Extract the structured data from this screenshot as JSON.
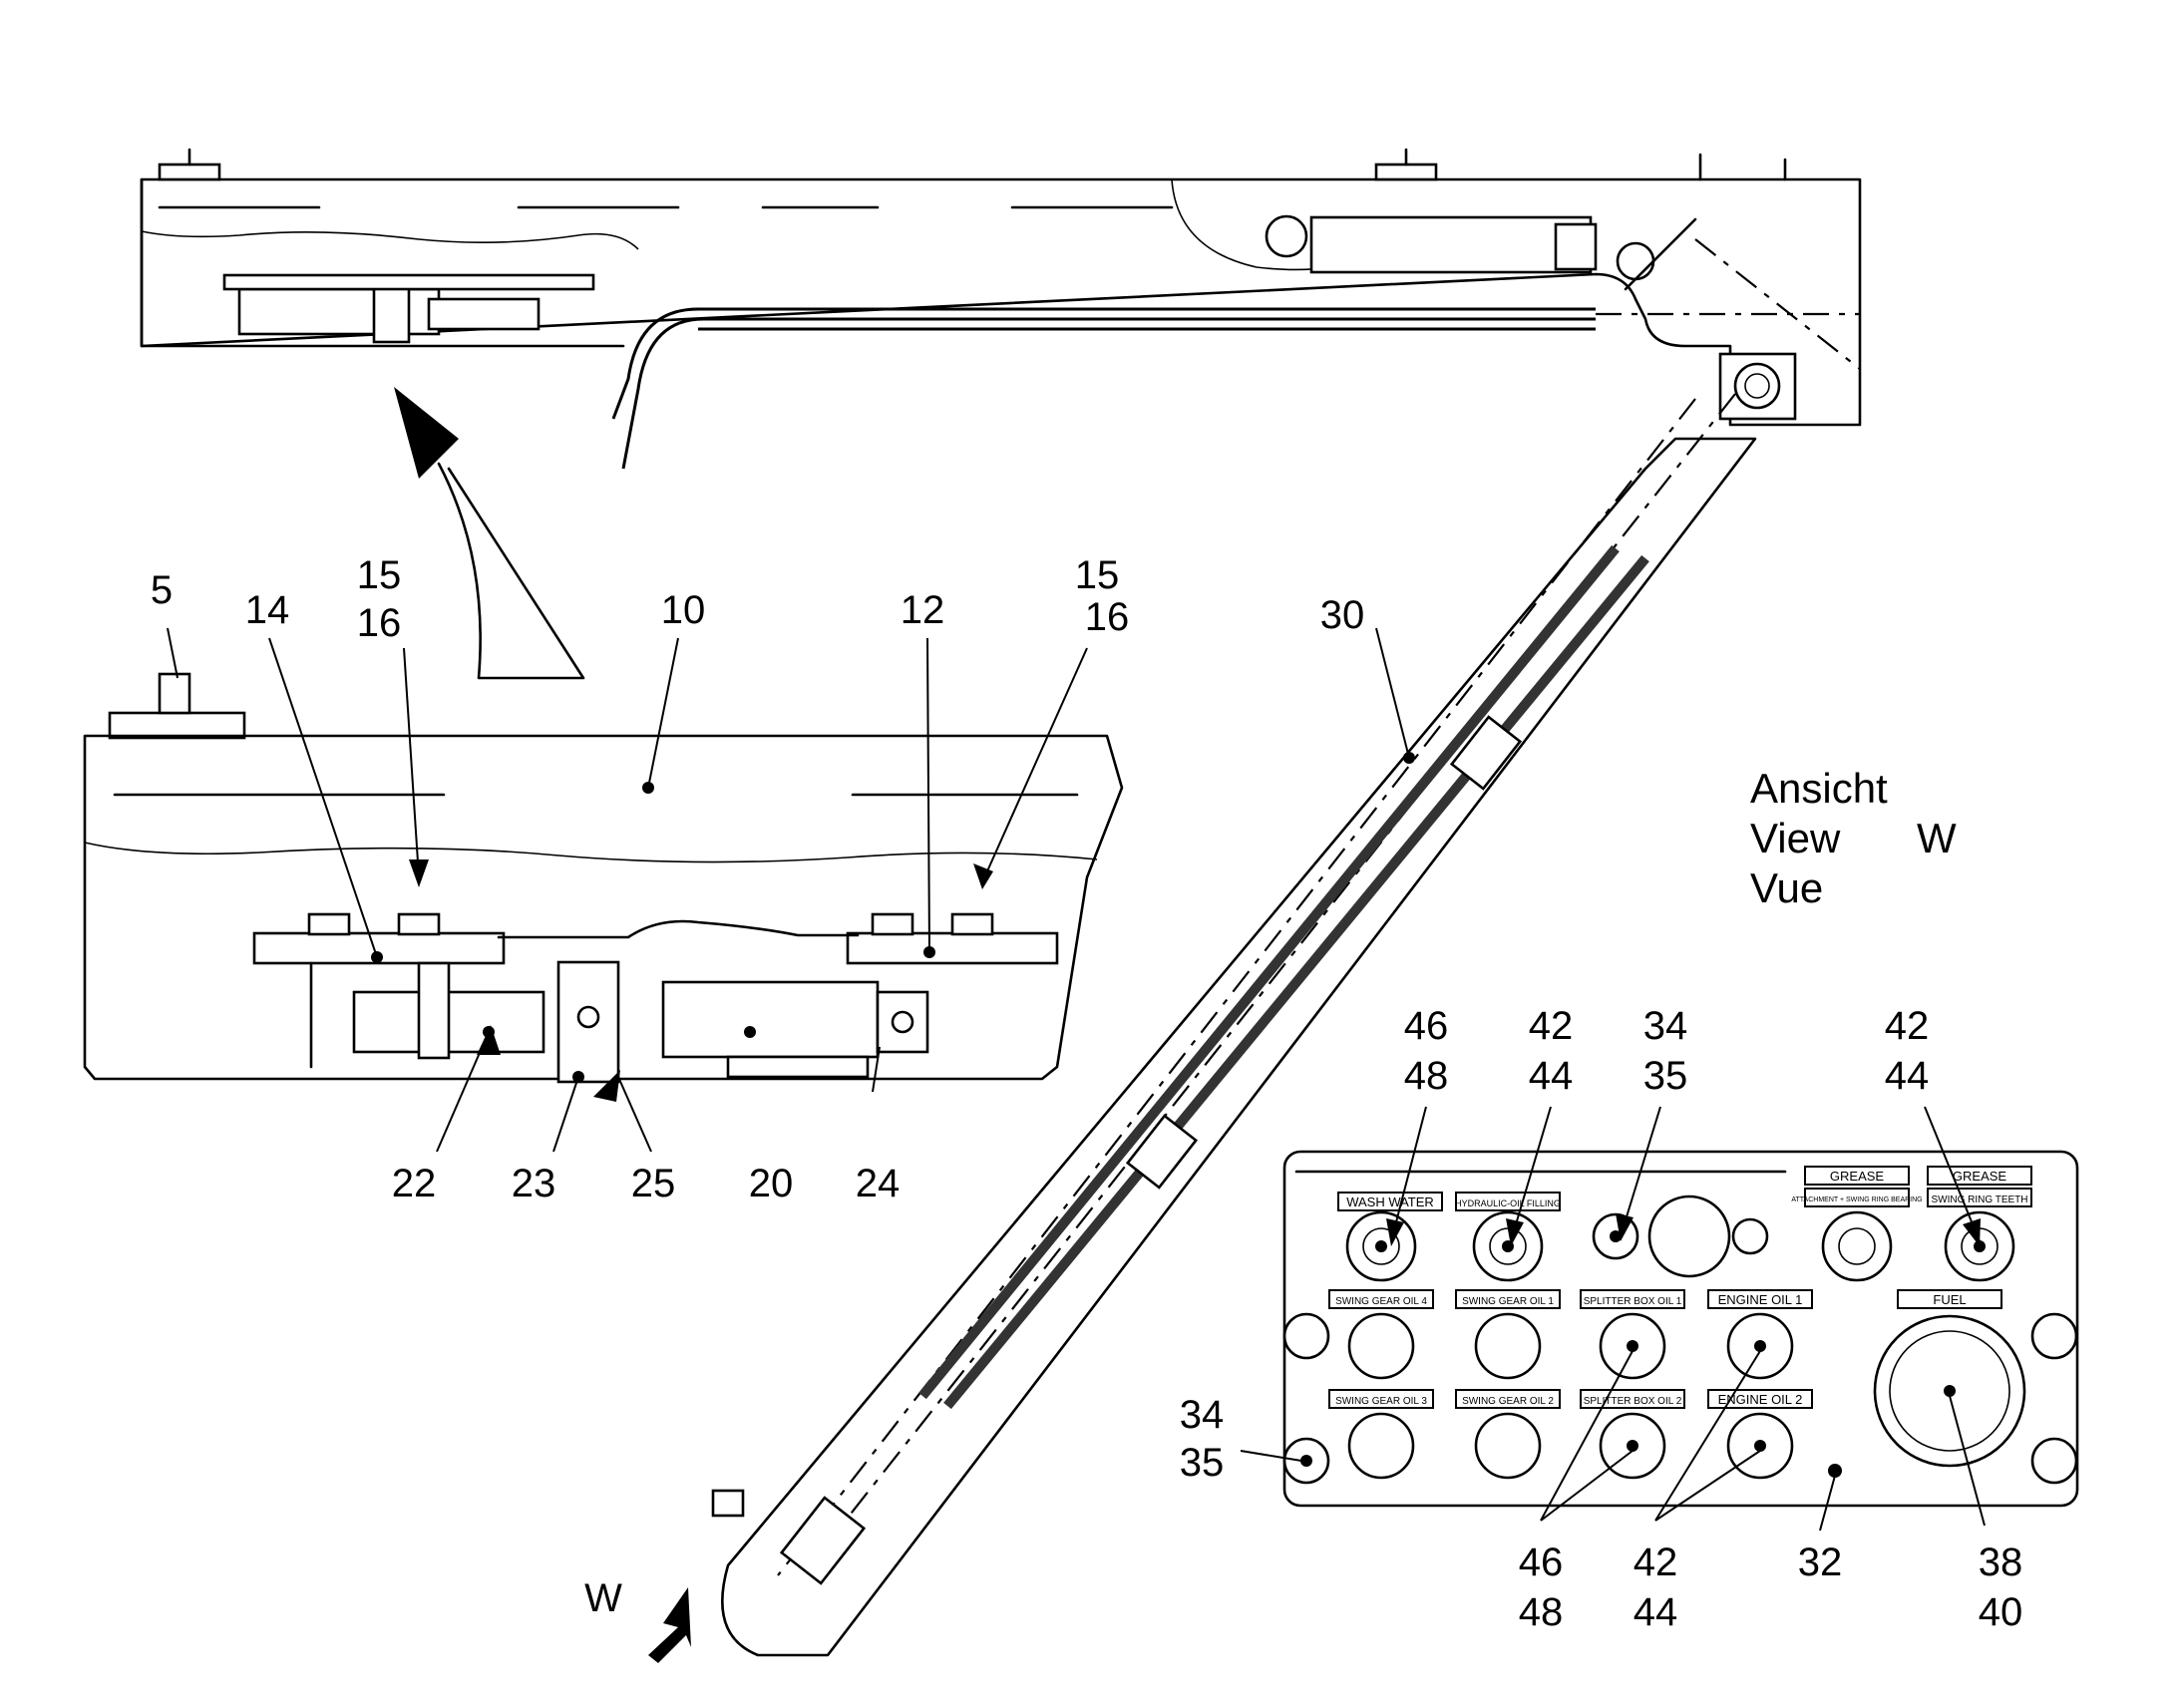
{
  "callouts": {
    "n5": "5",
    "n14": "14",
    "n15_left": "15",
    "n16_left": "16",
    "n10": "10",
    "n12": "12",
    "n15_right": "15",
    "n16_right": "16",
    "n30": "30",
    "n22": "22",
    "n23": "23",
    "n25": "25",
    "n20": "20",
    "n24": "24",
    "n46_a": "46",
    "n48_a": "48",
    "n42_a": "42",
    "n44_a": "44",
    "n34_a": "34",
    "n35_a": "35",
    "n42_b": "42",
    "n44_b": "44",
    "n34_b": "34",
    "n35_b": "35",
    "n46_c": "46",
    "n48_c": "48",
    "n42_c": "42",
    "n44_c": "44",
    "n32": "32",
    "n38": "38",
    "n40": "40",
    "w_arrow": "W"
  },
  "view_label": {
    "line1": "Ansicht",
    "line2": "View",
    "line3": "Vue",
    "letter": "W"
  },
  "panel_labels": {
    "wash_water": "WASH WATER",
    "hydraulic_filling": "HYDRAULIC-OIL FILLING",
    "grease_1": "GREASE",
    "grease_2": "GREASE",
    "attachment": "ATTACHMENT + SWING RING BEARING",
    "swing_ring_teeth": "SWING RING TEETH",
    "swing_gear_oil_4": "SWING GEAR OIL 4",
    "swing_gear_oil_1": "SWING GEAR OIL 1",
    "splitter_box_oil_1": "SPLITTER BOX OIL 1",
    "engine_oil_1": "ENGINE OIL 1",
    "fuel": "FUEL",
    "swing_gear_oil_3": "SWING GEAR OIL 3",
    "swing_gear_oil_2": "SWING GEAR OIL 2",
    "splitter_box_oil_2": "SPLITTER BOX OIL 2",
    "engine_oil_2": "ENGINE OIL 2"
  }
}
